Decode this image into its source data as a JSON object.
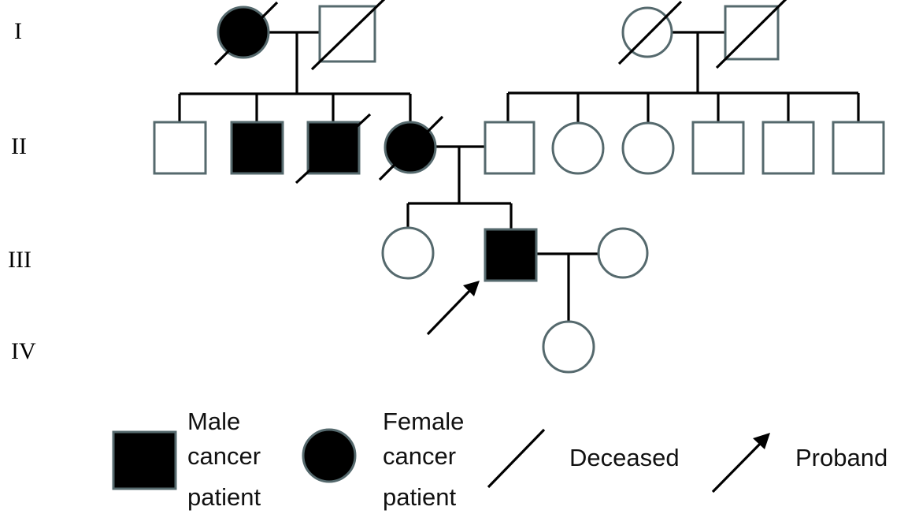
{
  "diagram": {
    "type": "pedigree-chart",
    "colors": {
      "affected_fill": "#000000",
      "unaffected_fill": "#ffffff",
      "symbol_outline": "#55696d",
      "line": "#000000",
      "text": "#000000"
    }
  },
  "generations": [
    {
      "id": "gen-I",
      "label": "I"
    },
    {
      "id": "gen-II",
      "label": "II"
    },
    {
      "id": "gen-III",
      "label": "III"
    },
    {
      "id": "gen-IV",
      "label": "IV"
    }
  ],
  "individuals": [
    {
      "id": "I-1",
      "generation": "I",
      "sex": "female",
      "affected": true,
      "deceased": true,
      "proband": false
    },
    {
      "id": "I-2",
      "generation": "I",
      "sex": "male",
      "affected": false,
      "deceased": true,
      "proband": false
    },
    {
      "id": "I-3",
      "generation": "I",
      "sex": "female",
      "affected": false,
      "deceased": true,
      "proband": false
    },
    {
      "id": "I-4",
      "generation": "I",
      "sex": "male",
      "affected": false,
      "deceased": true,
      "proband": false
    },
    {
      "id": "II-1",
      "generation": "II",
      "sex": "male",
      "affected": false,
      "deceased": false,
      "proband": false
    },
    {
      "id": "II-2",
      "generation": "II",
      "sex": "male",
      "affected": true,
      "deceased": false,
      "proband": false
    },
    {
      "id": "II-3",
      "generation": "II",
      "sex": "male",
      "affected": true,
      "deceased": true,
      "proband": false
    },
    {
      "id": "II-4",
      "generation": "II",
      "sex": "female",
      "affected": true,
      "deceased": true,
      "proband": false
    },
    {
      "id": "II-5",
      "generation": "II",
      "sex": "male",
      "affected": false,
      "deceased": false,
      "proband": false
    },
    {
      "id": "II-6",
      "generation": "II",
      "sex": "female",
      "affected": false,
      "deceased": false,
      "proband": false
    },
    {
      "id": "II-7",
      "generation": "II",
      "sex": "female",
      "affected": false,
      "deceased": false,
      "proband": false
    },
    {
      "id": "II-8",
      "generation": "II",
      "sex": "male",
      "affected": false,
      "deceased": false,
      "proband": false
    },
    {
      "id": "II-9",
      "generation": "II",
      "sex": "male",
      "affected": false,
      "deceased": false,
      "proband": false
    },
    {
      "id": "II-10",
      "generation": "II",
      "sex": "male",
      "affected": false,
      "deceased": false,
      "proband": false
    },
    {
      "id": "III-1",
      "generation": "III",
      "sex": "female",
      "affected": false,
      "deceased": false,
      "proband": false
    },
    {
      "id": "III-2",
      "generation": "III",
      "sex": "male",
      "affected": true,
      "deceased": false,
      "proband": true
    },
    {
      "id": "III-3",
      "generation": "III",
      "sex": "female",
      "affected": false,
      "deceased": false,
      "proband": false
    },
    {
      "id": "IV-1",
      "generation": "IV",
      "sex": "female",
      "affected": false,
      "deceased": false,
      "proband": false
    }
  ],
  "legend": {
    "items": [
      {
        "id": "legend-male-cancer",
        "symbol": "filled-square",
        "label": "Male\ncancer\npatient"
      },
      {
        "id": "legend-female-cancer",
        "symbol": "filled-circle",
        "label": "Female\ncancer\npatient"
      },
      {
        "id": "legend-deceased",
        "symbol": "slash-line",
        "label": "Deceased"
      },
      {
        "id": "legend-proband",
        "symbol": "arrow",
        "label": "Proband"
      }
    ],
    "male_line1": "Male",
    "male_line2": "cancer",
    "male_line3": "patient",
    "female_line1": "Female",
    "female_line2": "cancer",
    "female_line3": "patient",
    "deceased_label": "Deceased",
    "proband_label": "Proband"
  }
}
